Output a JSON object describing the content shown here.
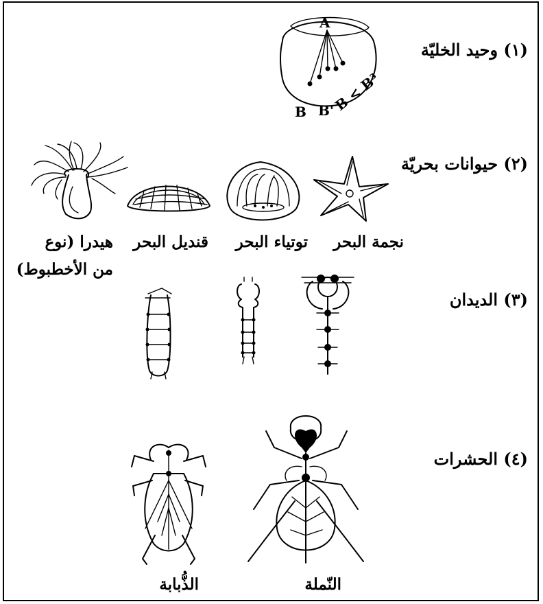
{
  "rows": [
    {
      "label": "(١) وحيد الخليّة"
    },
    {
      "label": "(٢) حيوانات بحريّة"
    },
    {
      "label": "(٣) الديدان"
    },
    {
      "label": "(٤) الحشرات"
    }
  ],
  "cell": {
    "label_a": "A",
    "label_b": "B",
    "label_b1": "B'",
    "label_rel": "B < B³"
  },
  "sea_animals": {
    "starfish": "نجمة البحر",
    "sea_urchin": "توتياء البحر",
    "jellyfish": "قنديل البحر",
    "hydra_line1": "هيدرا (نوع",
    "hydra_line2": "من الأخطبوط)"
  },
  "insects": {
    "ant": "النّملة",
    "fly": "الذُّبابة"
  }
}
